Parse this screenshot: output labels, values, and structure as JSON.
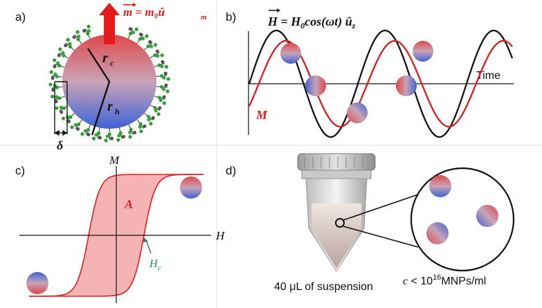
{
  "panels": {
    "a": {
      "label": "a)",
      "moment_eq": "m = m₀û",
      "moment_sub": "m",
      "rc": "r",
      "rc_sub": "c",
      "rh": "r",
      "rh_sub": "h",
      "delta": "δ"
    },
    "b": {
      "label": "b)",
      "field_eq_prefix": "H = H",
      "field_eq_zero": "0",
      "field_eq_rest": "cos(ωt) û",
      "field_eq_sub": "z",
      "time_label": "Time",
      "m_label": "M"
    },
    "c": {
      "label": "c)",
      "m_axis": "M",
      "h_axis": "H",
      "area": "A",
      "hc": "H",
      "hc_sub": "c"
    },
    "d": {
      "label": "d)",
      "vial_caption": "40 μL of suspension",
      "conc_prefix": "c",
      "conc_mid": " < 10",
      "conc_exp": "16",
      "conc_unit": "MNPs/ml"
    }
  },
  "colors": {
    "red": "#e02020",
    "blue": "#3a5bd0",
    "black": "#111111",
    "hc_teal": "#2a7a6a",
    "hyst_fill": "#f6b3b3"
  }
}
